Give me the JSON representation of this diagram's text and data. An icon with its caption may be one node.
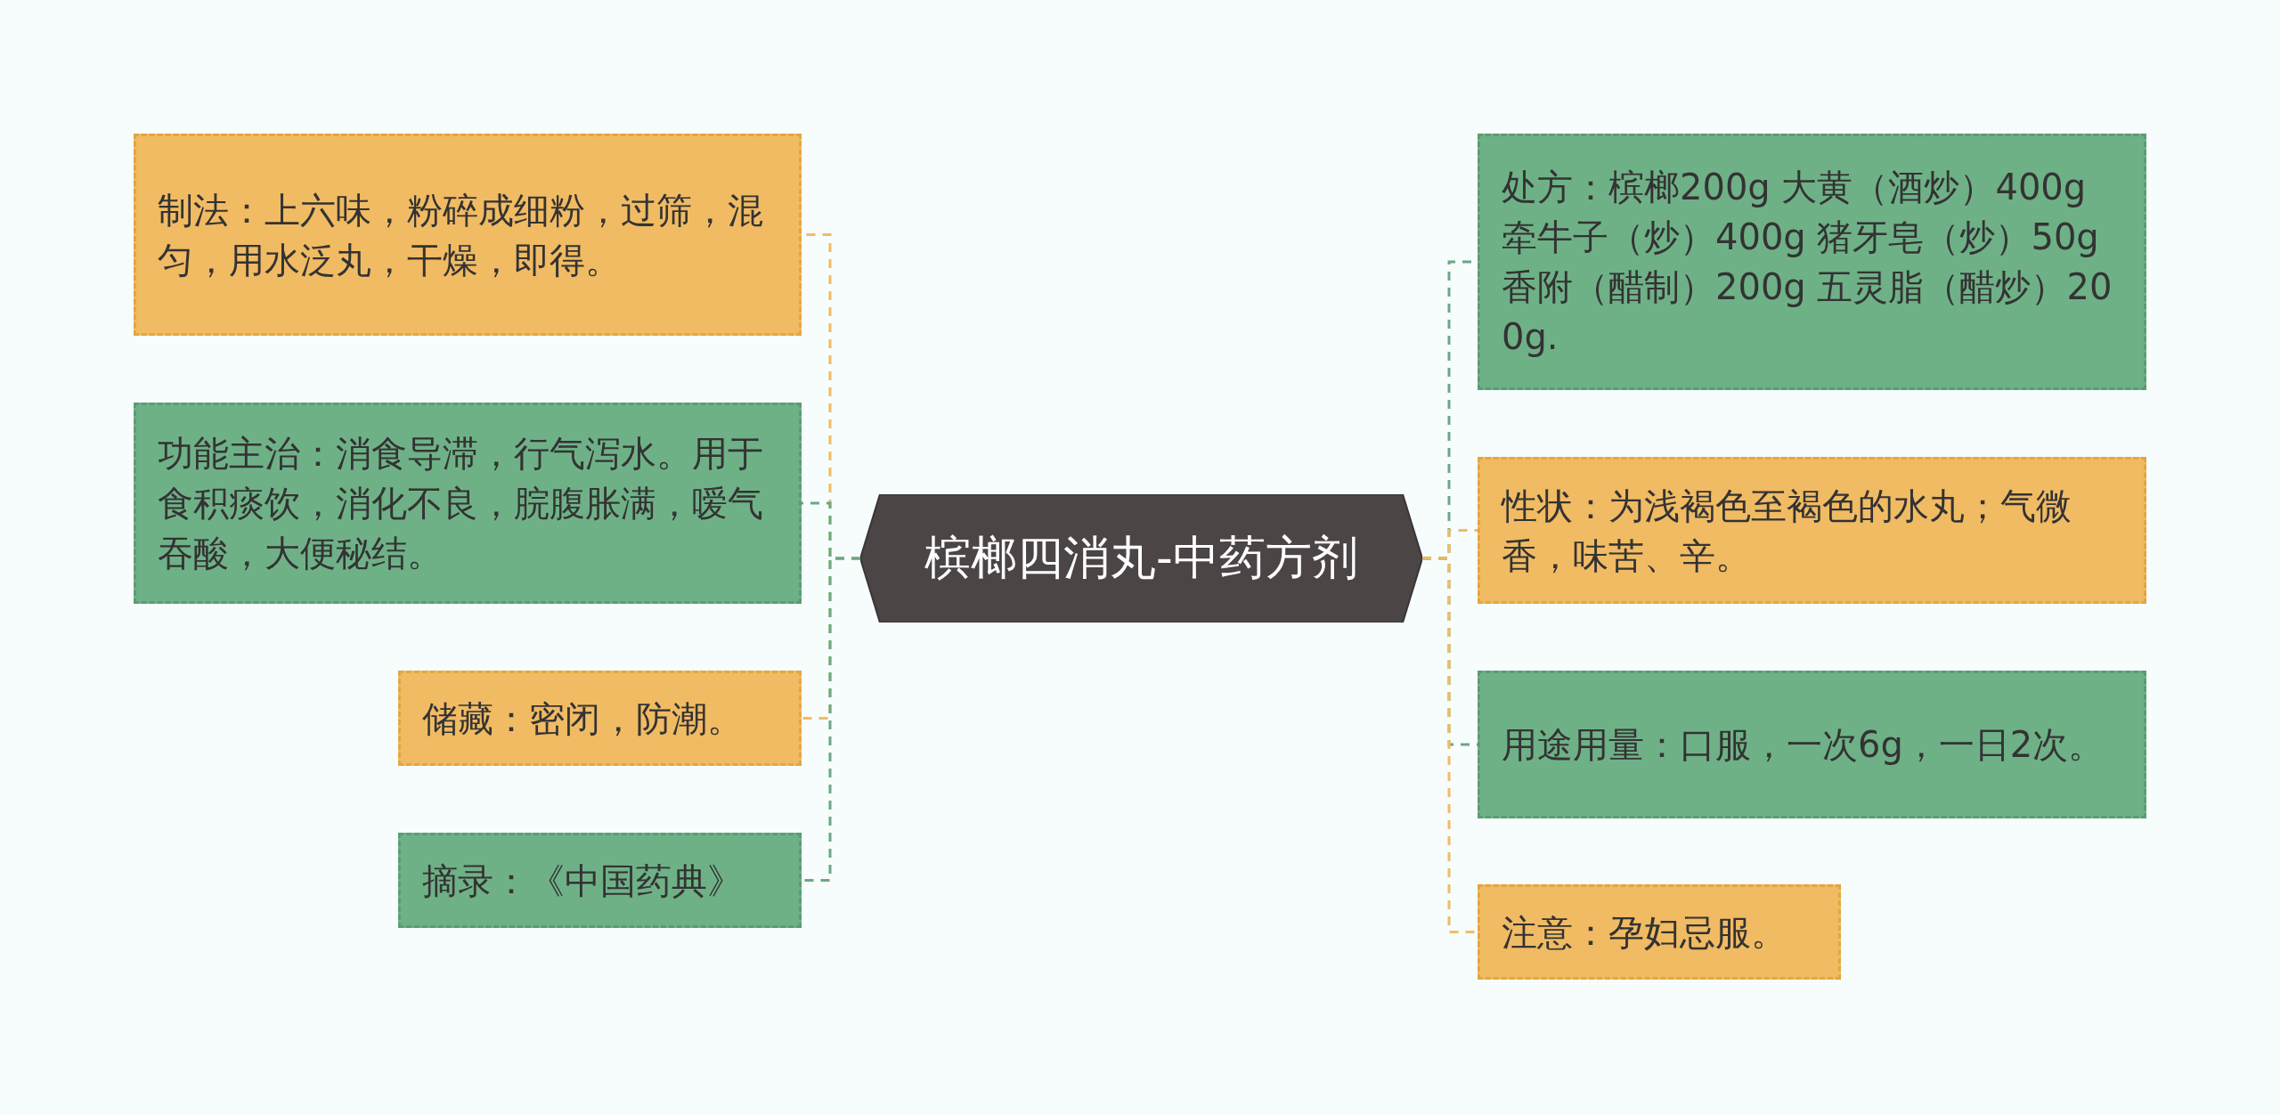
{
  "diagram": {
    "nodes": [
      {
        "text": [
          "槟榔四消丸-中药方剂"
        ]
      },
      {
        "text": [
          "制法：上六味，粉碎成细粉，过筛，混匀，用水泛丸，干燥，即得。"
        ]
      },
      {
        "text": [
          "功能主治：消食导滞，行气泻水。用于食积痰饮，消化不良，脘腹胀满，嗳气吞酸，大便秘结。"
        ]
      },
      {
        "text": [
          "储藏：密闭，防潮。"
        ]
      },
      {
        "text": [
          "摘录：《中国药典》"
        ]
      },
      {
        "text": [
          "处方：槟榔200g 大黄（酒炒）400g 牵牛子（炒）400g 猪牙皂（炒）50g 香附（醋制）200g 五灵脂（醋炒）200g."
        ]
      },
      {
        "text": [
          "性状：为浅褐色至褐色的水丸；气微香，味苦、辛。"
        ]
      },
      {
        "text": [
          "用途用量：口服，一次6g，一日2次。"
        ]
      },
      {
        "text": [
          "注意：孕妇忌服。"
        ]
      }
    ],
    "edges": [
      {
        "from": 0,
        "to": 1,
        "arrow": "none",
        "style": "dashed",
        "color": "#f0bc62"
      },
      {
        "from": 0,
        "to": 2,
        "arrow": "none",
        "style": "dashed",
        "color": "#6aa884"
      },
      {
        "from": 0,
        "to": 3,
        "arrow": "none",
        "style": "dashed",
        "color": "#f0bc62"
      },
      {
        "from": 0,
        "to": 4,
        "arrow": "none",
        "style": "dashed",
        "color": "#6aa884"
      },
      {
        "from": 0,
        "to": 5,
        "arrow": "none",
        "style": "dashed",
        "color": "#6aa884"
      },
      {
        "from": 0,
        "to": 6,
        "arrow": "none",
        "style": "dashed",
        "color": "#f0bc62"
      },
      {
        "from": 0,
        "to": 7,
        "arrow": "none",
        "style": "dashed",
        "color": "#6aa884"
      },
      {
        "from": 0,
        "to": 8,
        "arrow": "none",
        "style": "dashed",
        "color": "#f0bc62"
      }
    ]
  }
}
